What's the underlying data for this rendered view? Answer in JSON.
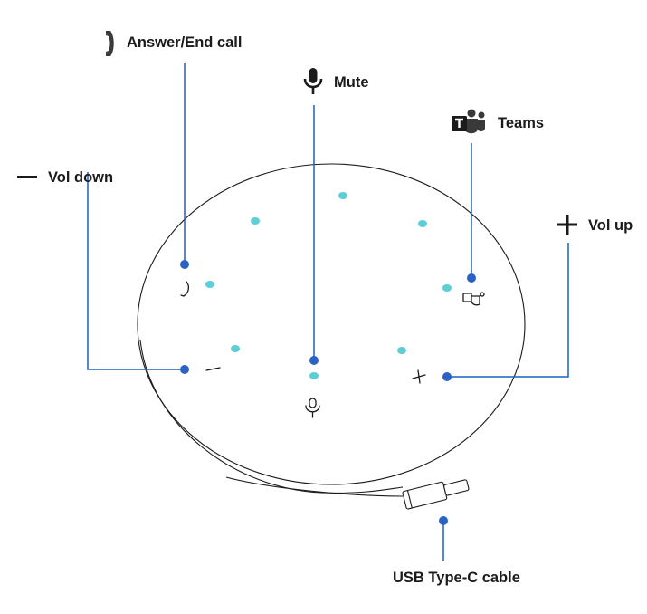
{
  "callouts": {
    "answer_end_call": {
      "label": "Answer/End call",
      "icon": "phone-handset-icon"
    },
    "mute": {
      "label": "Mute",
      "icon": "microphone-icon"
    },
    "teams": {
      "label": "Teams",
      "icon": "teams-logo-icon"
    },
    "vol_down": {
      "label": "Vol down",
      "icon": "minus-icon"
    },
    "vol_up": {
      "label": "Vol up",
      "icon": "plus-icon"
    },
    "usb_cable": {
      "label": "USB Type-C cable"
    }
  },
  "colors": {
    "leader_line": "#1f5fbf",
    "marker_dot": "#2a63c4",
    "status_led": "#5ccfd6",
    "outline": "#1b1b1b",
    "label_text": "#1b1b1b"
  }
}
